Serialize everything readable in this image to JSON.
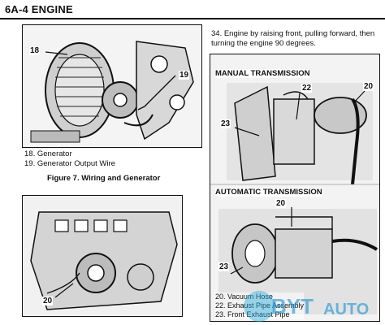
{
  "header": {
    "title": "6A-4 ENGINE"
  },
  "figure7": {
    "callouts": {
      "generator": "18",
      "output_wire": "19"
    },
    "legend": [
      "18. Generator",
      "19. Generator Output Wire"
    ],
    "caption": "Figure 7.  Wiring and Generator"
  },
  "figure_bottom_left": {
    "callout": "20"
  },
  "step": {
    "text": "34. Engine by raising front, pulling forward, then turning the engine 90 degrees."
  },
  "manual": {
    "label": "MANUAL TRANSMISSION",
    "callouts": [
      "22",
      "20",
      "23"
    ]
  },
  "automatic": {
    "label": "AUTOMATIC TRANSMISSION",
    "callouts": [
      "20",
      "23"
    ]
  },
  "legend_right": [
    "20. Vacuum Hose",
    "22. Exhaust Pipe Assembly",
    "23. Front Exhaust Pipe"
  ],
  "watermark": {
    "word_left": "BYT",
    "word_right": "AUTO"
  }
}
